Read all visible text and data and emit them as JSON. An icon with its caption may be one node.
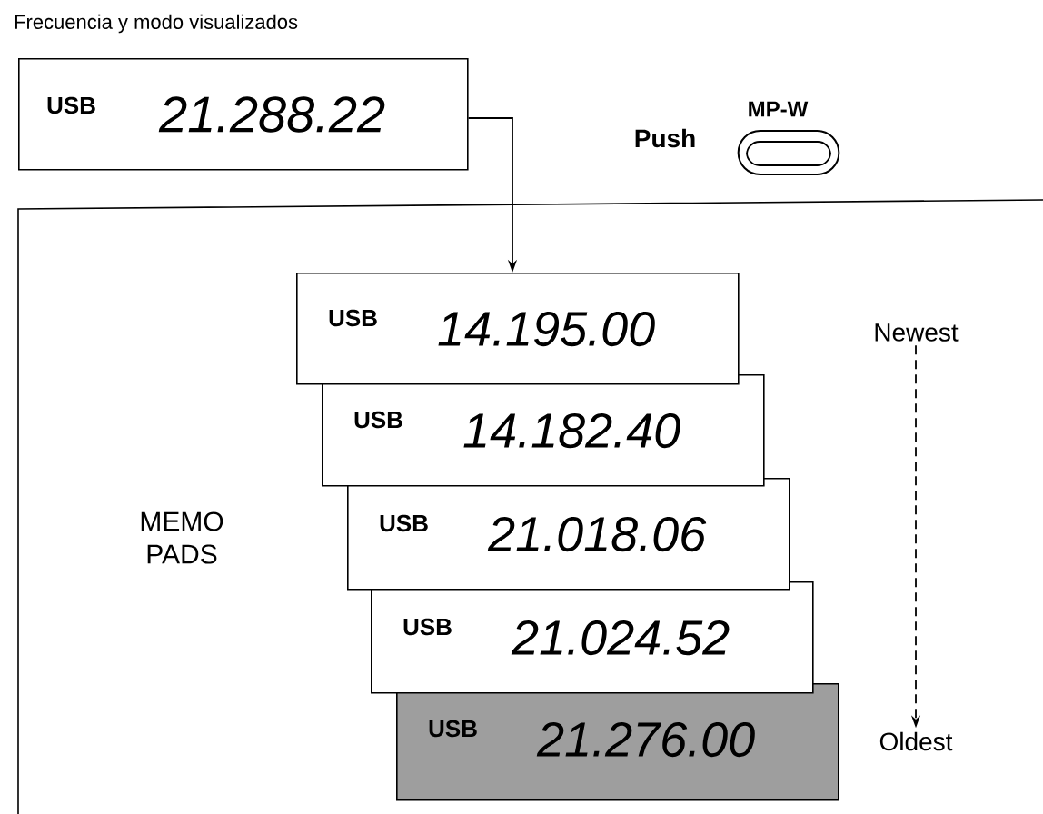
{
  "diagram": {
    "nodes": [
      {
        "text": [
          "Frecuencia y modo visualizados",
          "USB",
          "21.288.22"
        ]
      },
      {
        "text": [
          "MEMO PADS"
        ]
      },
      {
        "text": [
          "USB",
          "14.195.00"
        ],
        "in": 1
      },
      {
        "text": [
          "USB",
          "14.182.40"
        ],
        "in": 1
      },
      {
        "text": [
          "USB",
          "21.018.06"
        ],
        "in": 1
      },
      {
        "text": [
          "USB",
          "21.024.52"
        ],
        "in": 1
      },
      {
        "text": [
          "USB",
          "21.276.00"
        ],
        "in": 1
      },
      {
        "text": [
          "Newest"
        ],
        "in": 1
      },
      {
        "text": [
          "Oldest"
        ],
        "in": 1
      },
      {
        "text": [
          "MP-W"
        ],
        "beside": [
          "Push"
        ]
      }
    ],
    "edges": [
      {
        "from": 0,
        "to": 2,
        "arrow": "to"
      },
      {
        "from": 7,
        "to": 8,
        "arrow": "to",
        "style": "dashed"
      }
    ]
  }
}
